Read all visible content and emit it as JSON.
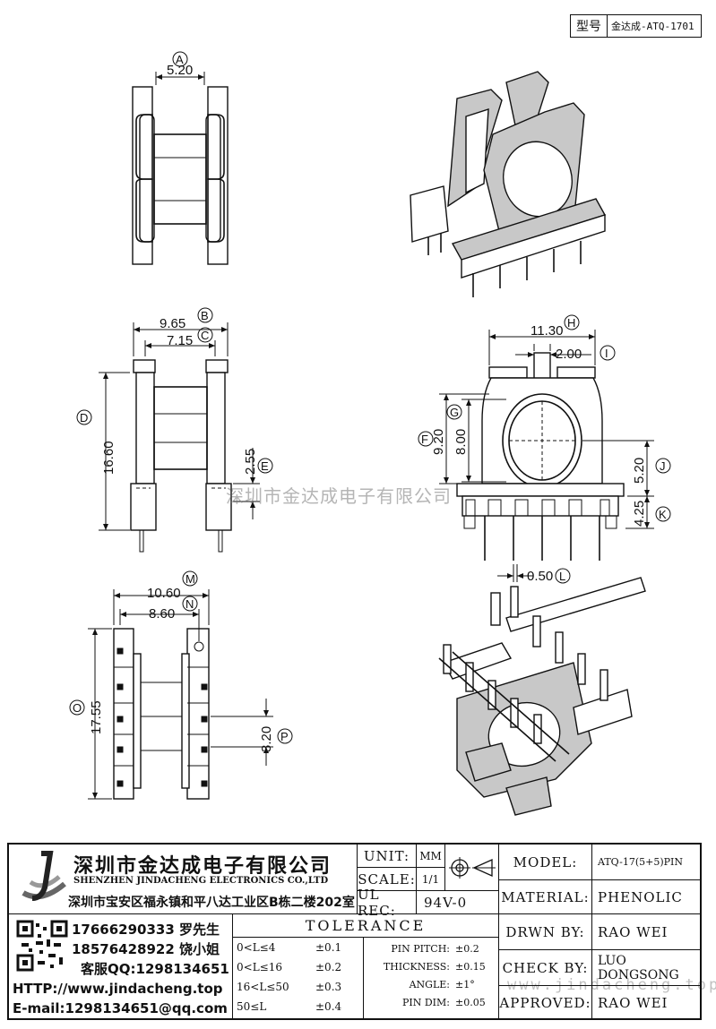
{
  "model_tag": {
    "key": "型号",
    "value": "金达成-ATQ-1701"
  },
  "watermark": "深圳市金达成电子有限公司",
  "watermark_url": "www.jindacheng.top",
  "dimensions": {
    "A": "5.20",
    "B": "9.65",
    "C": "7.15",
    "D": "16.60",
    "E": "2.55",
    "F": "9.20",
    "G": "8.00",
    "H": "11.30",
    "I": "2.00",
    "J": "5.20",
    "K": "4.25",
    "L": "0.50",
    "M": "10.60",
    "N": "8.60",
    "O": "17.55",
    "P": "3.20"
  },
  "letters": {
    "A": "A",
    "B": "B",
    "C": "C",
    "D": "D",
    "E": "E",
    "F": "F",
    "G": "G",
    "H": "H",
    "I": "I",
    "J": "J",
    "K": "K",
    "L": "L",
    "M": "M",
    "N": "N",
    "O": "O",
    "P": "P"
  },
  "company": {
    "name_cn": "深圳市金达成电子有限公司",
    "name_en": "SHENZHEN JINDACHENG ELECTRONICS CO.,LTD",
    "address": "深圳市宝安区福永镇和平八达工业区B栋二楼202室",
    "phone1": "17666290333 罗先生",
    "phone2": "18576428922 饶小姐",
    "qq": "客服QQ:1298134651",
    "http": "HTTP://www.jindacheng.top",
    "email": "E-mail:1298134651@qq.com"
  },
  "unit": {
    "label": "UNIT:",
    "value": "MM"
  },
  "scale": {
    "label": "SCALE:",
    "value": "1/1"
  },
  "ul_rec": {
    "label": "UL REC:",
    "value": "94V-0"
  },
  "tolerance": {
    "title": "TOLERANCE",
    "rows": [
      {
        "range": "0<L≤4",
        "tol": "±0.1"
      },
      {
        "range": "0<L≤16",
        "tol": "±0.2"
      },
      {
        "range": "16<L≤50",
        "tol": "±0.3"
      },
      {
        "range": "50≤L",
        "tol": "±0.4"
      }
    ],
    "specs": [
      {
        "k": "PIN PITCH:",
        "v": "±0.2"
      },
      {
        "k": "THICKNESS:",
        "v": "±0.15"
      },
      {
        "k": "ANGLE:",
        "v": "±1°"
      },
      {
        "k": "PIN DIM:",
        "v": "±0.05"
      }
    ]
  },
  "fields": [
    {
      "k": "MODEL:",
      "v": "ATQ-17(5+5)PIN"
    },
    {
      "k": "MATERIAL:",
      "v": "PHENOLIC"
    },
    {
      "k": "DRWN BY:",
      "v": "RAO WEI"
    },
    {
      "k": "CHECK BY:",
      "v": "LUO DONGSONG"
    },
    {
      "k": "APPROVED:",
      "v": "RAO WEI"
    }
  ]
}
